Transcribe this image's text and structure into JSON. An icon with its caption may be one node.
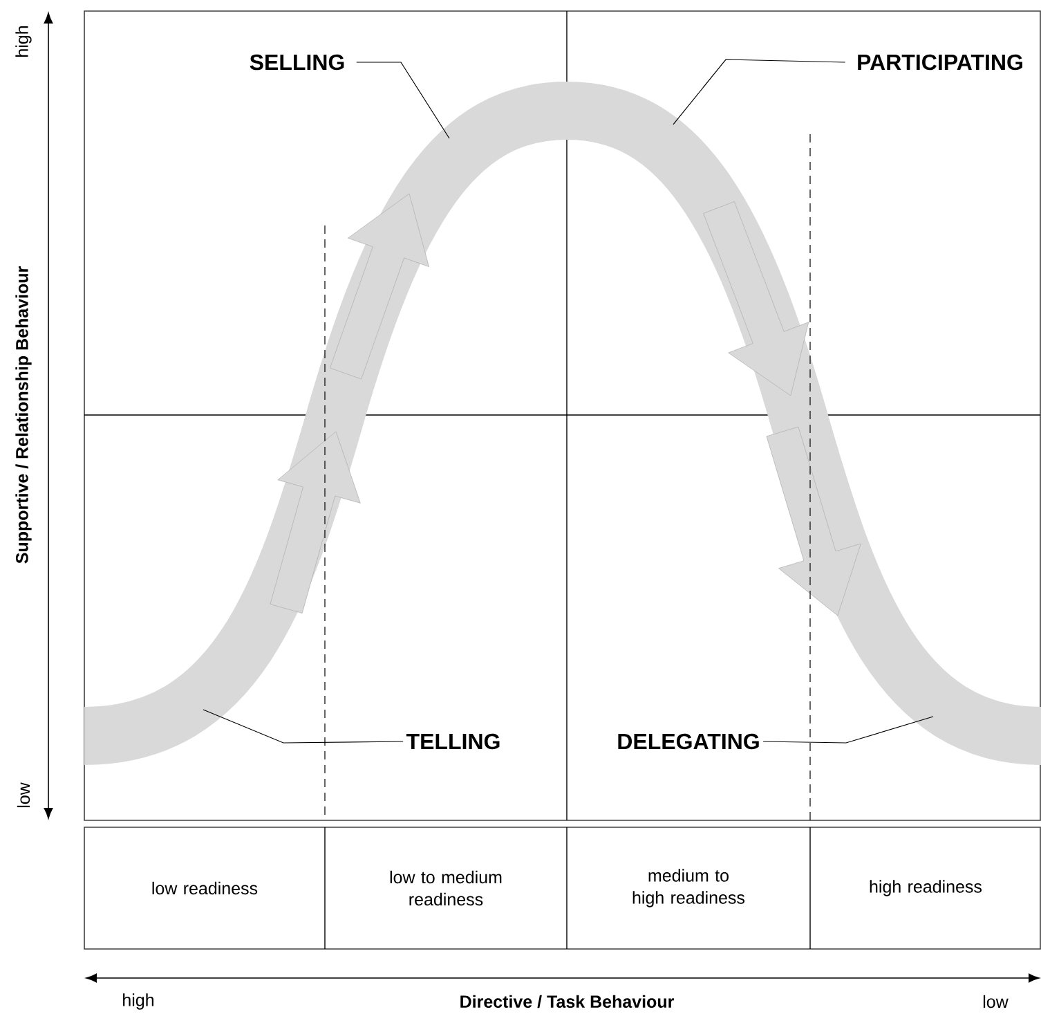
{
  "diagram": {
    "nodes": [
      {
        "text": [
          "SELLING"
        ]
      },
      {
        "text": [
          "PARTICIPATING"
        ]
      },
      {
        "text": [
          "TELLING"
        ]
      },
      {
        "text": [
          "DELEGATING"
        ]
      },
      {
        "text": [
          "low readiness"
        ]
      },
      {
        "text": [
          "low to medium readiness"
        ]
      },
      {
        "text": [
          "medium to high readiness"
        ]
      },
      {
        "text": [
          "high readiness"
        ]
      }
    ],
    "edges": [
      {
        "from": 0,
        "to": null,
        "arrow": "none"
      },
      {
        "from": 1,
        "to": null,
        "arrow": "none"
      },
      {
        "from": 2,
        "to": null,
        "arrow": "none"
      },
      {
        "from": 3,
        "to": null,
        "arrow": "none"
      }
    ],
    "labels": [
      "high",
      "Supportive / Relationship Behaviour",
      "low",
      "high",
      "Directive / Task Behaviour",
      "low"
    ]
  }
}
